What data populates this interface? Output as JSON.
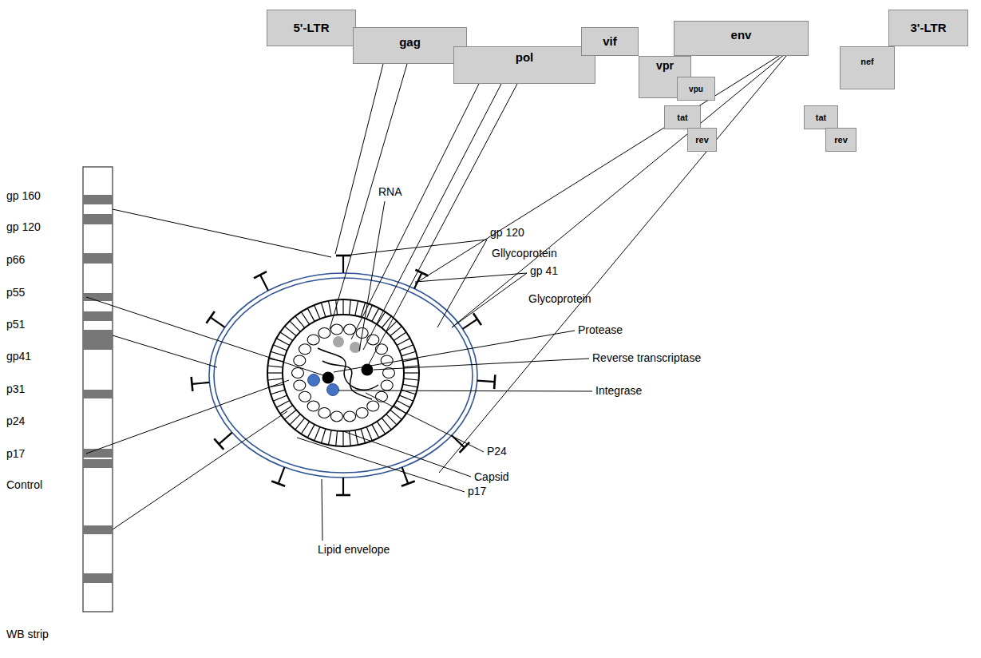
{
  "diagram": {
    "nodes": [
      {
        "text": [
          "5'-LTR"
        ]
      },
      {
        "text": [
          "gag"
        ]
      },
      {
        "text": [
          "pol"
        ]
      },
      {
        "text": [
          "vif"
        ]
      },
      {
        "text": [
          "env"
        ]
      },
      {
        "text": [
          "3'-LTR"
        ]
      },
      {
        "text": [
          "vpr"
        ]
      },
      {
        "text": [
          "vpu"
        ]
      },
      {
        "text": [
          "nef"
        ]
      },
      {
        "text": [
          "tat"
        ]
      },
      {
        "text": [
          "rev"
        ]
      },
      {
        "text": [
          "tat"
        ]
      },
      {
        "text": [
          "rev"
        ]
      }
    ],
    "labels": [
      "gp 160",
      "gp 120",
      "p66",
      "p55",
      "p51",
      "gp41",
      "p31",
      "p24",
      "p17",
      "Control",
      "RNA",
      "gp 120",
      "Gllycoprotein",
      "gp 41",
      "Glycoprotein",
      "Protease",
      "Reverse transcriptase",
      "Integrase",
      "P24",
      "Capsid",
      "p17",
      "Lipid envelope",
      "WB strip"
    ]
  }
}
